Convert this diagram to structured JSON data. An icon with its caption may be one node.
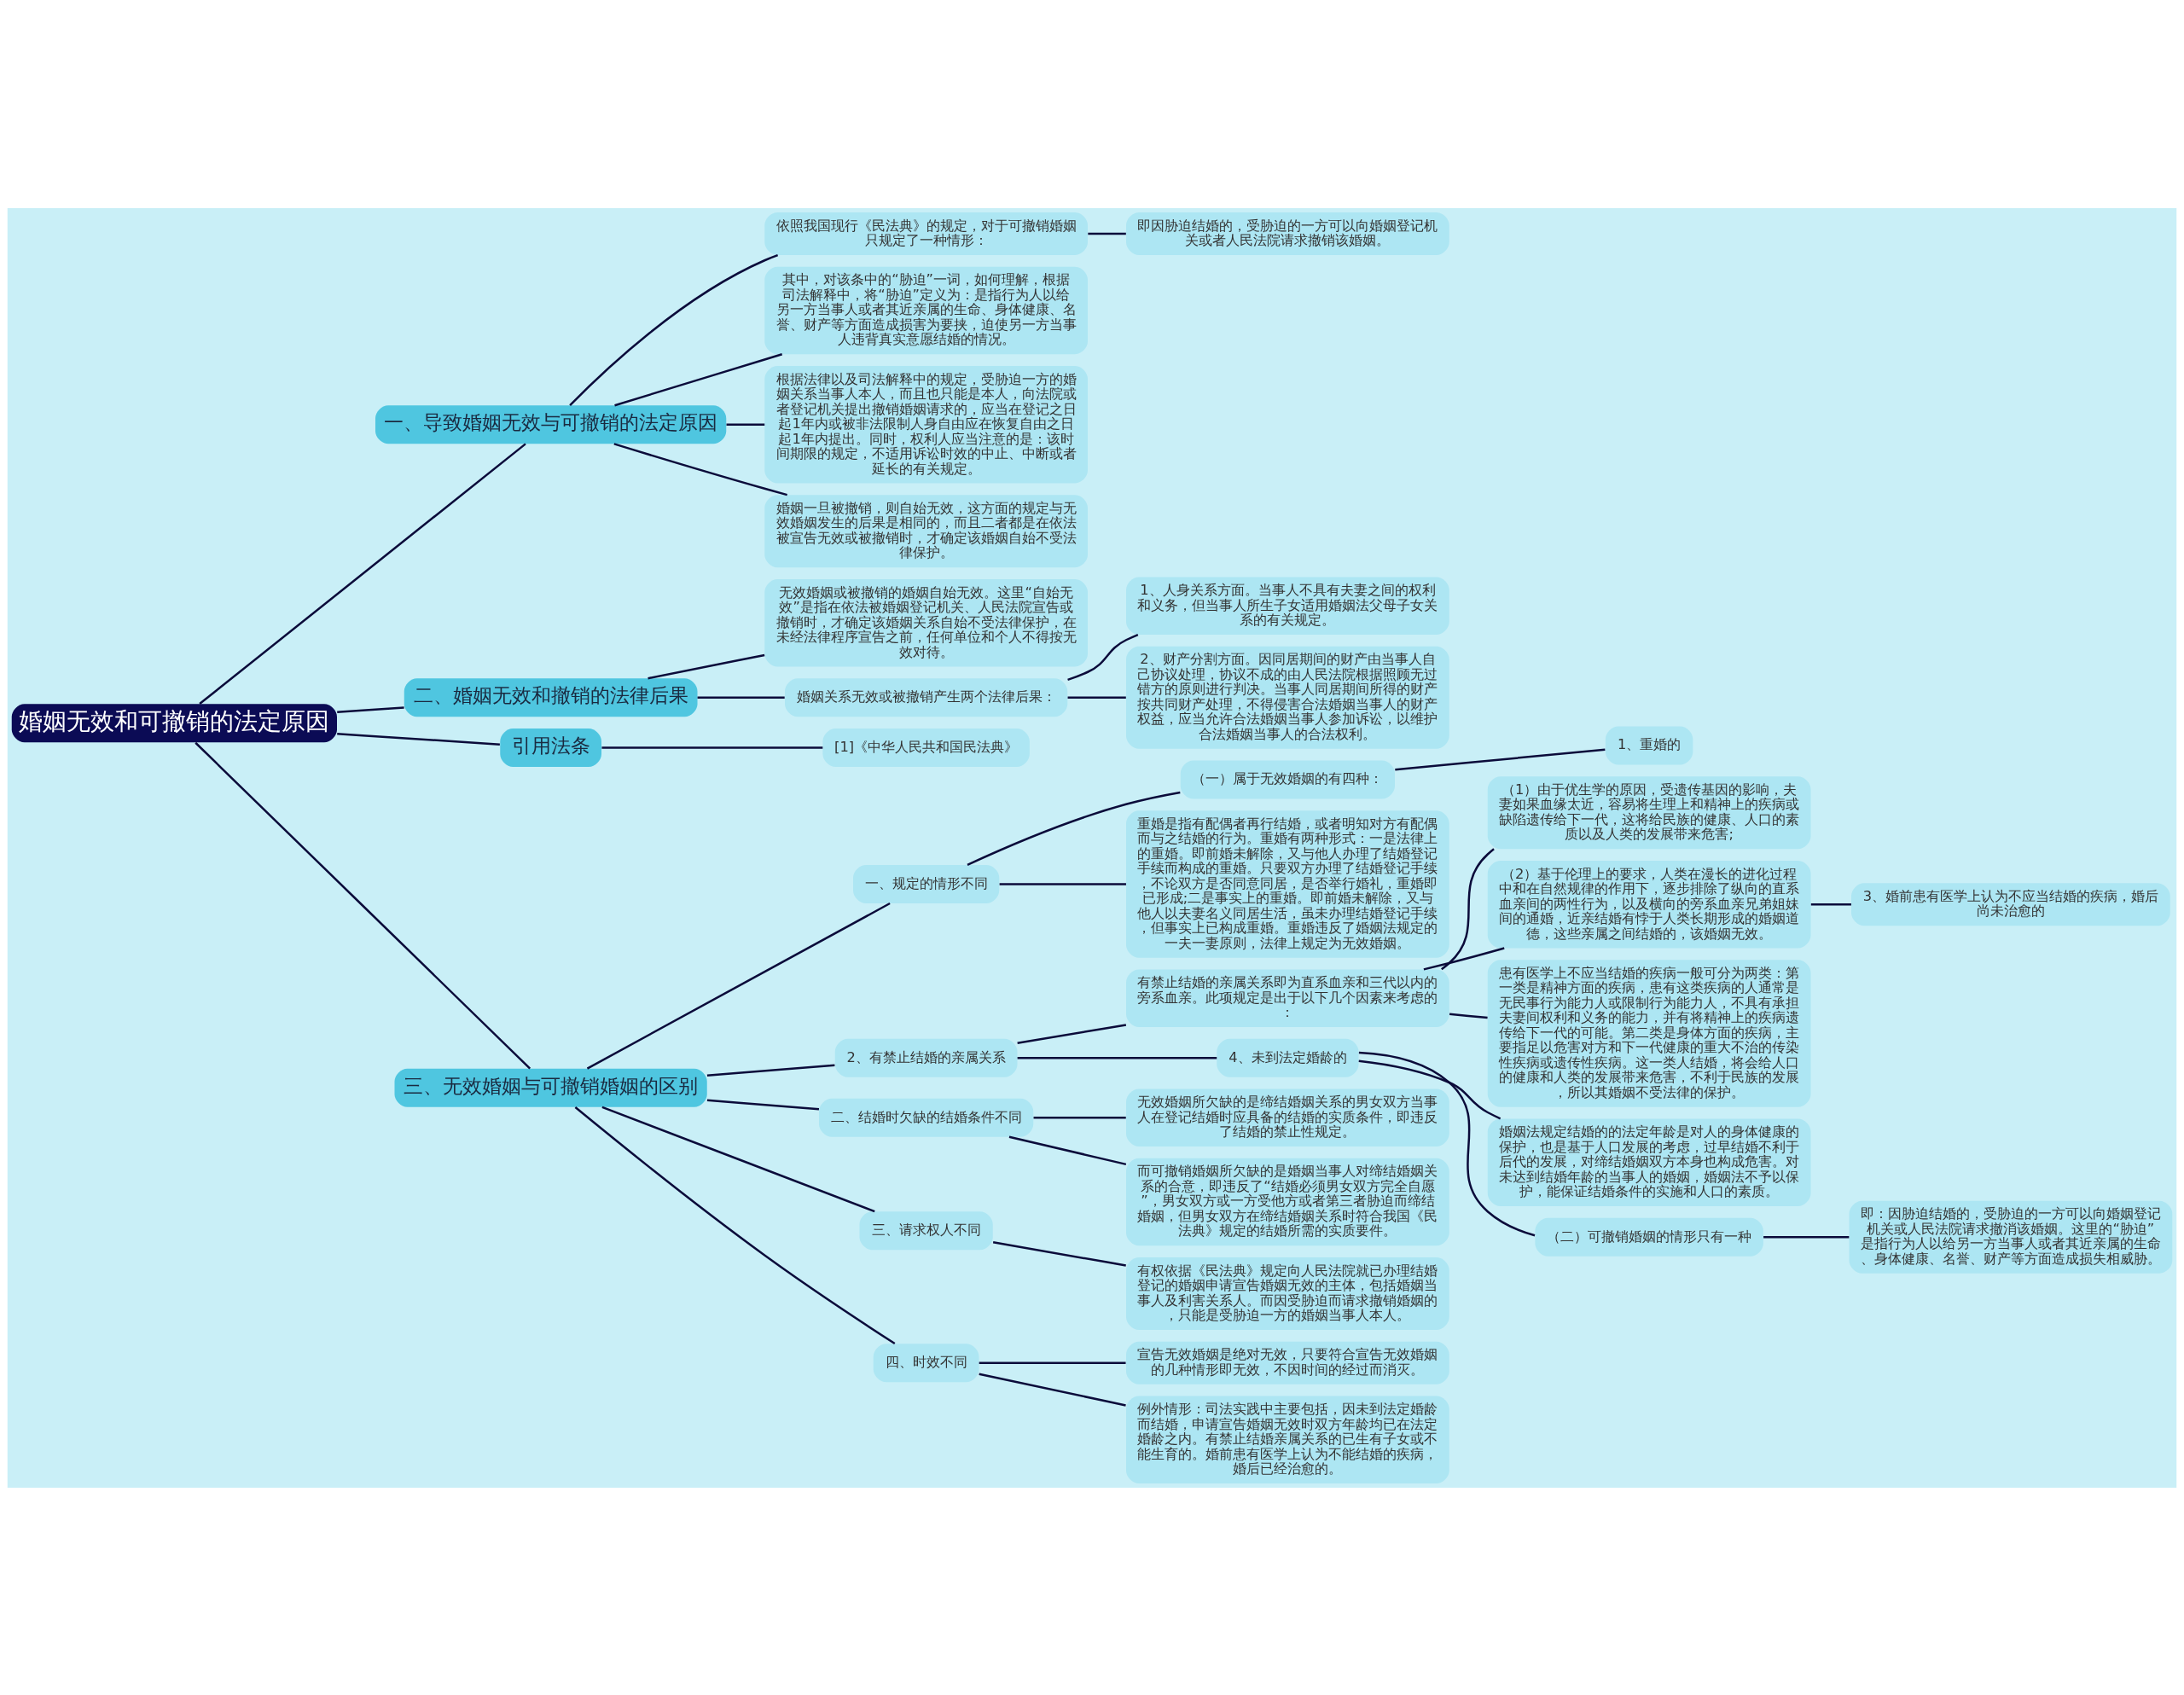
{
  "diagram": {
    "nodes": [
      {
        "text": [
          "婚姻无效和可撤销的法定原因"
        ]
      },
      {
        "text": [
          "一、导致婚姻无效与可撤销的法定原因"
        ]
      },
      {
        "text": [
          "依照我国现行《民法典》的规定，对于可撤销婚姻只规定了一种情形："
        ]
      },
      {
        "text": [
          "即因胁迫结婚的，受胁迫的一方可以向婚姻登记机关或者人民法院请求撤销该婚姻。"
        ]
      },
      {
        "text": [
          "其中，对该条中的“胁迫”一词，如何理解，根据司法解释中，将“胁迫”定义为：是指行为人以给另一方当事人或者其近亲属的生命、身体健康、名誉、财产等方面造成损害为要挟，迫使另一方当事人违背真实意愿结婚的情况。"
        ]
      },
      {
        "text": [
          "根据法律以及司法解释中的规定，受胁迫一方的婚姻关系当事人本人，而且也只能是本人，向法院或者登记机关提出撤销婚姻请求的，应当在登记之日起1年内或被非法限制人身自由应在恢复自由之日起1年内提出。同时，权利人应当注意的是：该时间期限的规定，不适用诉讼时效的中止、中断或者延长的有关规定。"
        ]
      },
      {
        "text": [
          "婚姻一旦被撤销，则自始无效，这方面的规定与无效婚姻发生的后果是相同的，而且二者都是在依法被宣告无效或被撤销时，才确定该婚姻自始不受法律保护。"
        ]
      },
      {
        "text": [
          "二、婚姻无效和撤销的法律后果"
        ]
      },
      {
        "text": [
          "无效婚姻或被撤销的婚姻自始无效。这里“自始无效”是指在依法被婚姻登记机关、人民法院宣告或撤销时，才确定该婚姻关系自始不受法律保护，在未经法律程序宣告之前，任何单位和个人不得按无效对待。"
        ]
      },
      {
        "text": [
          "婚姻关系无效或被撤销产生两个法律后果："
        ]
      },
      {
        "text": [
          "1、人身关系方面。当事人不具有夫妻之间的权利和义务，但当事人所生子女适用婚姻法父母子女关系的有关规定。"
        ]
      },
      {
        "text": [
          "2、财产分割方面。因同居期间的财产由当事人自己协议处理，协议不成的由人民法院根据照顾无过错方的原则进行判决。当事人同居期间所得的财产按共同财产处理，不得侵害合法婚姻当事人的财产权益，应当允许合法婚姻当事人参加诉讼，以维护合法婚姻当事人的合法权利。"
        ]
      },
      {
        "text": [
          "引用法条"
        ]
      },
      {
        "text": [
          "[1]《中华人民共和国民法典》"
        ]
      },
      {
        "text": [
          "三、无效婚姻与可撤销婚姻的区别"
        ]
      },
      {
        "text": [
          "一、规定的情形不同"
        ]
      },
      {
        "text": [
          "（一）属于无效婚姻的有四种："
        ]
      },
      {
        "text": [
          "1、重婚的"
        ]
      },
      {
        "text": [
          "重婚是指有配偶者再行结婚，或者明知对方有配偶而与之结婚的行为。重婚有两种形式：一是法律上的重婚。即前婚未解除，又与他人办理了结婚登记手续而构成的重婚。只要双方办理了结婚登记手续，不论双方是否同意同居，是否举行婚礼，重婚即已形成;二是事实上的重婚。即前婚未解除，又与他人以夫妻名义同居生活，虽未办理结婚登记手续，但事实上已构成重婚。重婚违反了婚姻法规定的一夫一妻原则，法律上规定为无效婚姻。"
        ]
      },
      {
        "text": [
          "2、有禁止结婚的亲属关系"
        ]
      },
      {
        "text": [
          "有禁止结婚的亲属关系即为直系血亲和三代以内的旁系血亲。此项规定是出于以下几个因素来考虑的："
        ]
      },
      {
        "text": [
          "（1）由于优生学的原因，受遗传基因的影响，夫妻如果血缘太近，容易将生理上和精神上的疾病或缺陷遗传给下一代，这将给民族的健康、人口的素质以及人类的发展带来危害;"
        ]
      },
      {
        "text": [
          "（2）基于伦理上的要求，人类在漫长的进化过程中和在自然规律的作用下，逐步排除了纵向的直系血亲间的两性行为，以及横向的旁系血亲兄弟姐妹间的通婚，近亲结婚有悖于人类长期形成的婚姻道德，这些亲属之间结婚的，该婚姻无效。"
        ]
      },
      {
        "text": [
          "3、婚前患有医学上认为不应当结婚的疾病，婚后尚未治愈的"
        ]
      },
      {
        "text": [
          "患有医学上不应当结婚的疾病一般可分为两类：第一类是精神方面的疾病，患有这类疾病的人通常是无民事行为能力人或限制行为能力人，不具有承担夫妻间权利和义务的能力，并有将精神上的疾病遗传给下一代的可能。第二类是身体方面的疾病，主要指足以危害对方和下一代健康的重大不治的传染性疾病或遗传性疾病。这一类人结婚，将会给人口的健康和人类的发展带来危害，不利于民族的发展，所以其婚姻不受法律的保护。"
        ]
      },
      {
        "text": [
          "4、未到法定婚龄的"
        ]
      },
      {
        "text": [
          "婚姻法规定结婚的的法定年龄是对人的身体健康的保护，也是基于人口发展的考虑，过早结婚不利于后代的发展，对缔结婚姻双方本身也构成危害。对未达到结婚年龄的当事人的婚姻，婚姻法不予以保护，能保证结婚条件的实施和人口的素质。"
        ]
      },
      {
        "text": [
          "（二）可撤销婚姻的情形只有一种"
        ]
      },
      {
        "text": [
          "即：因胁迫结婚的，受胁迫的一方可以向婚姻登记机关或人民法院请求撤消该婚姻。这里的“胁迫”是指行为人以给另一方当事人或者其近亲属的生命、身体健康、名誉、财产等方面造成损失相威胁。"
        ]
      },
      {
        "text": [
          "二、结婚时欠缺的结婚条件不同"
        ]
      },
      {
        "text": [
          "无效婚姻所欠缺的是缔结婚姻关系的男女双方当事人在登记结婚时应具备的结婚的实质条件，即违反了结婚的禁止性规定。"
        ]
      },
      {
        "text": [
          "而可撤销婚姻所欠缺的是婚姻当事人对缔结婚姻关系的合意，即违反了“结婚必须男女双方完全自愿”，男女双方或一方受他方或者第三者胁迫而缔结婚姻，但男女双方在缔结婚姻关系时符合我国《民法典》规定的结婚所需的实质要件。"
        ]
      },
      {
        "text": [
          "三、请求权人不同"
        ]
      },
      {
        "text": [
          "有权依据《民法典》规定向人民法院就已办理结婚登记的婚姻申请宣告婚姻无效的主体，包括婚姻当事人及利害关系人。而因受胁迫而请求撤销婚姻的，只能是受胁迫一方的婚姻当事人本人。"
        ]
      },
      {
        "text": [
          "四、时效不同"
        ]
      },
      {
        "text": [
          "宣告无效婚姻是绝对无效，只要符合宣告无效婚姻的几种情形即无效，不因时间的经过而消灭。"
        ]
      },
      {
        "text": [
          "例外情形：司法实践中主要包括，因未到法定婚龄而结婚，申请宣告婚姻无效时双方年龄均已在法定婚龄之内。有禁止结婚亲属关系的已生有子女或不能生育的。婚前患有医学上认为不能结婚的疾病，婚后已经治愈的。"
        ]
      }
    ],
    "edges": [
      {
        "from": 0,
        "to": 1,
        "arrow": "none"
      },
      {
        "from": 1,
        "to": 2,
        "arrow": "none"
      },
      {
        "from": 2,
        "to": 3,
        "arrow": "none"
      },
      {
        "from": 1,
        "to": 4,
        "arrow": "none"
      },
      {
        "from": 1,
        "to": 5,
        "arrow": "none"
      },
      {
        "from": 1,
        "to": 6,
        "arrow": "none"
      },
      {
        "from": 0,
        "to": 7,
        "arrow": "none"
      },
      {
        "from": 7,
        "to": 8,
        "arrow": "none"
      },
      {
        "from": 7,
        "to": 9,
        "arrow": "none"
      },
      {
        "from": 9,
        "to": 10,
        "arrow": "none"
      },
      {
        "from": 9,
        "to": 11,
        "arrow": "none"
      },
      {
        "from": 0,
        "to": 12,
        "arrow": "none"
      },
      {
        "from": 12,
        "to": 13,
        "arrow": "none"
      },
      {
        "from": 0,
        "to": 14,
        "arrow": "none"
      },
      {
        "from": 14,
        "to": 15,
        "arrow": "none"
      },
      {
        "from": 15,
        "to": 16,
        "arrow": "none"
      },
      {
        "from": 16,
        "to": 17,
        "arrow": "none"
      },
      {
        "from": 15,
        "to": 18,
        "arrow": "none"
      },
      {
        "from": 14,
        "to": 19,
        "arrow": "none"
      },
      {
        "from": 19,
        "to": 20,
        "arrow": "none"
      },
      {
        "from": 20,
        "to": 21,
        "arrow": "none"
      },
      {
        "from": 20,
        "to": 22,
        "arrow": "none"
      },
      {
        "from": 22,
        "to": 23,
        "arrow": "none"
      },
      {
        "from": 20,
        "to": 24,
        "arrow": "none"
      },
      {
        "from": 19,
        "to": 25,
        "arrow": "none"
      },
      {
        "from": 25,
        "to": 26,
        "arrow": "none"
      },
      {
        "from": 25,
        "to": 27,
        "arrow": "none"
      },
      {
        "from": 27,
        "to": 28,
        "arrow": "none"
      },
      {
        "from": 14,
        "to": 29,
        "arrow": "none"
      },
      {
        "from": 29,
        "to": 30,
        "arrow": "none"
      },
      {
        "from": 29,
        "to": 31,
        "arrow": "none"
      },
      {
        "from": 14,
        "to": 32,
        "arrow": "none"
      },
      {
        "from": 32,
        "to": 33,
        "arrow": "none"
      },
      {
        "from": 14,
        "to": 34,
        "arrow": "none"
      },
      {
        "from": 34,
        "to": 35,
        "arrow": "none"
      },
      {
        "from": 34,
        "to": 36,
        "arrow": "none"
      }
    ]
  }
}
